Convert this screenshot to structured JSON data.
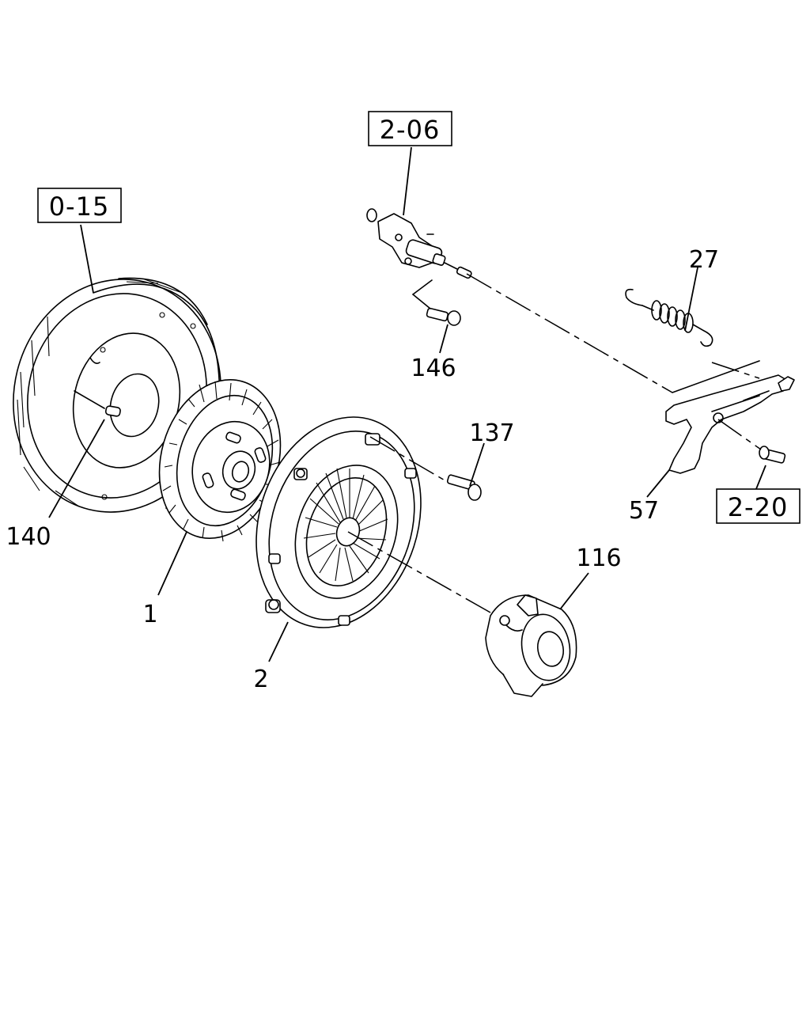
{
  "reference_boxes": {
    "flywheel": "0-15",
    "slave_cylinder": "2-06",
    "fork_pivot": "2-20"
  },
  "part_numbers": {
    "clutch_disc": "1",
    "pressure_plate": "2",
    "return_spring": "27",
    "release_fork": "57",
    "release_bearing": "116",
    "cover_bolt": "137",
    "pilot_pin": "140",
    "cylinder_bolt": "146"
  }
}
